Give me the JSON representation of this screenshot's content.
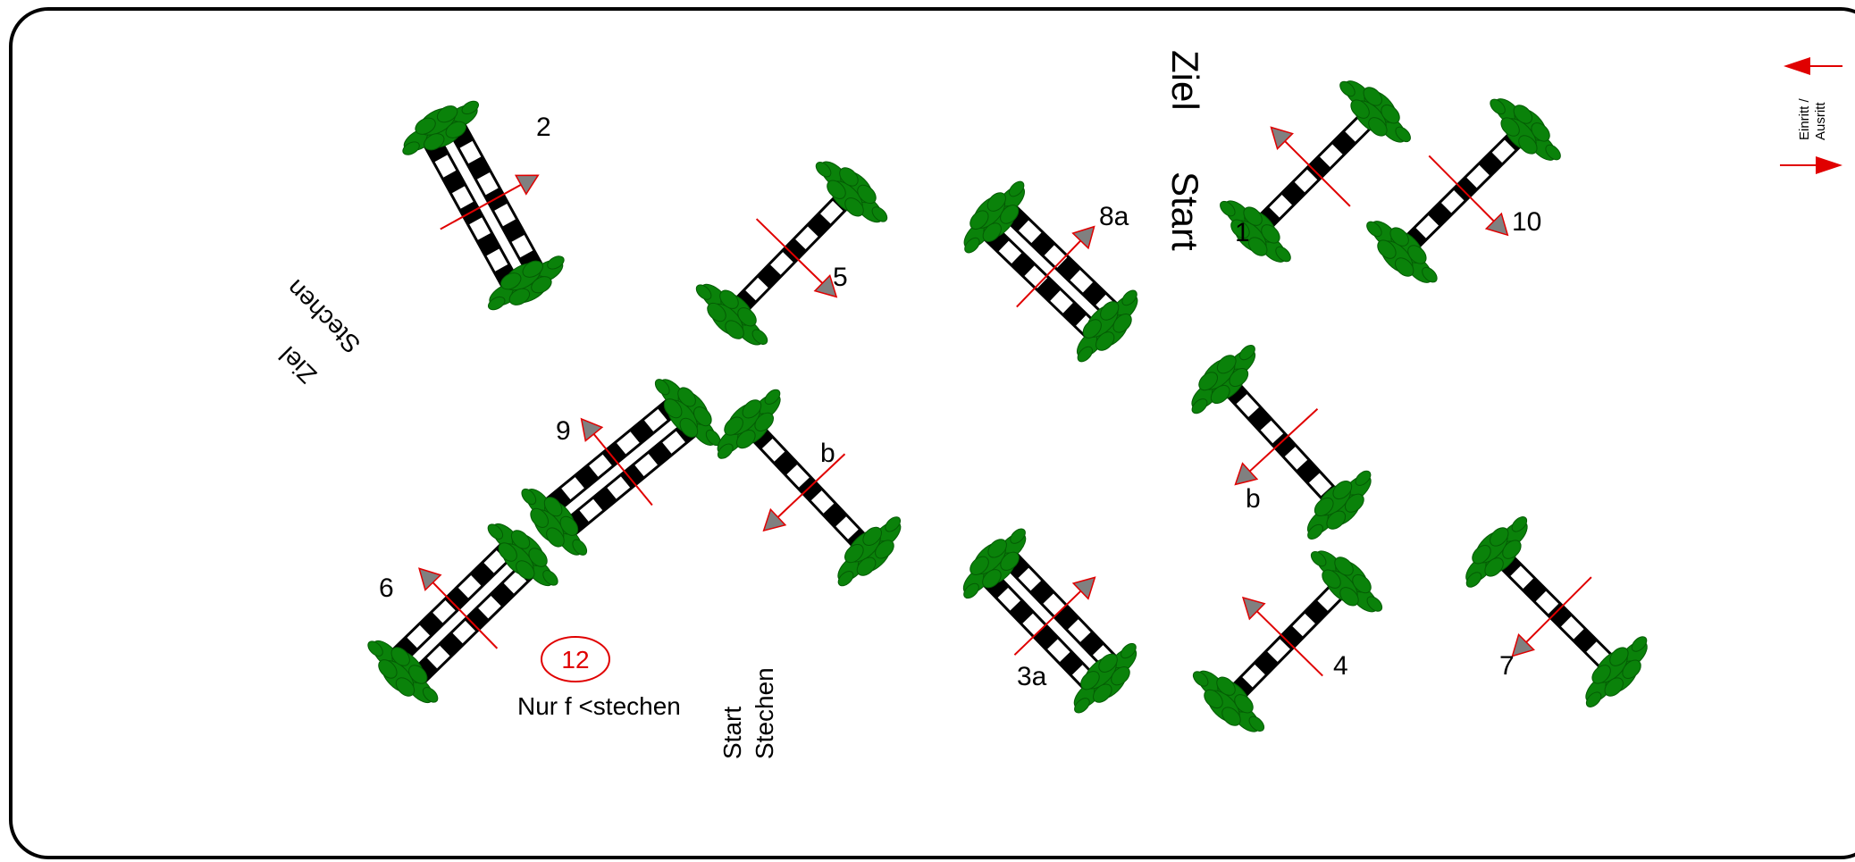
{
  "colors": {
    "border": "#000000",
    "rail_dark": "#000000",
    "rail_light": "#ffffff",
    "bush": "#0a820a",
    "bush_edge": "#045c04",
    "arrow_line": "#e00000",
    "arrow_head": "#808080",
    "highlight": "#e00000"
  },
  "course": {
    "entry_exit_label_1": "Einritt /",
    "entry_exit_label_2": "Ausritt",
    "ziel_label": "Ziel",
    "start_label": "Start",
    "stechen_ziel_line1": "Ziel",
    "stechen_ziel_line2": "Stechen",
    "stechen_start_line1": "Start",
    "stechen_start_line2": "Stechen",
    "jump_off_number": "12",
    "jump_off_note": "Nur f <stechen"
  },
  "obstacles": [
    {
      "name": "obstacle-1",
      "number": "1",
      "kind": "vertical"
    },
    {
      "name": "obstacle-2",
      "number": "2",
      "kind": "oxer"
    },
    {
      "name": "obstacle-3a",
      "number": "3a",
      "kind": "oxer"
    },
    {
      "name": "obstacle-4",
      "number": "4",
      "kind": "vertical"
    },
    {
      "name": "obstacle-5",
      "number": "5",
      "kind": "vertical"
    },
    {
      "name": "obstacle-6",
      "number": "6",
      "kind": "oxer"
    },
    {
      "name": "obstacle-7",
      "number": "7",
      "kind": "vertical"
    },
    {
      "name": "obstacle-8a",
      "number": "8a",
      "kind": "oxer"
    },
    {
      "name": "obstacle-8b",
      "number": "b",
      "kind": "vertical"
    },
    {
      "name": "obstacle-9",
      "number": "9",
      "kind": "oxer"
    },
    {
      "name": "obstacle-9b",
      "number": "b",
      "kind": "vertical"
    },
    {
      "name": "obstacle-10",
      "number": "10",
      "kind": "vertical"
    }
  ]
}
